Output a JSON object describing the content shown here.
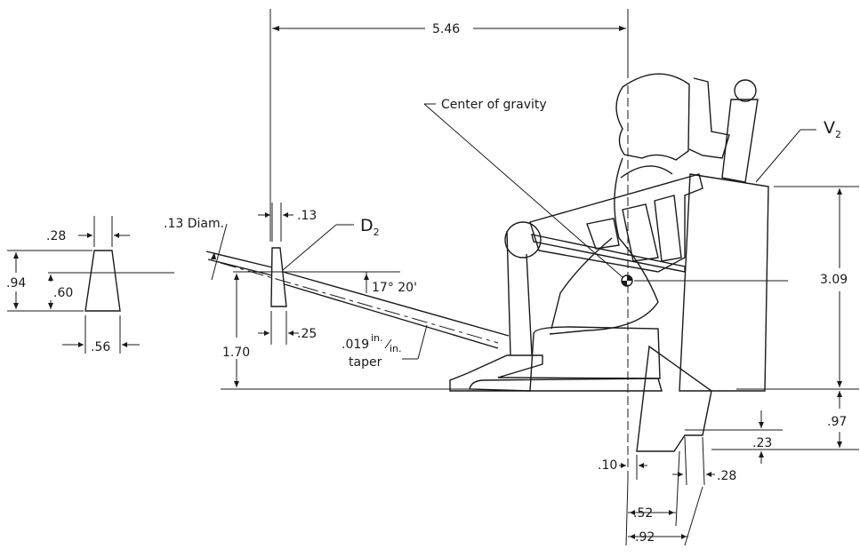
{
  "labels": {
    "overall_length": "5.46",
    "center_of_gravity": "Center of gravity",
    "fin_top_width": ".28",
    "fin_height": ".94",
    "fin_mid_height": ".60",
    "fin_bottom_width": ".56",
    "rod_diameter": ".13 Diam.",
    "plate_thickness": ".13",
    "drag_plate": "D",
    "drag_plate_sub": "2",
    "angle": "17° 20'",
    "plate_base": ".25",
    "boom_height": "1.70",
    "taper_value": ".019",
    "taper_unit_num": "in.",
    "taper_unit_den": "in.",
    "taper_word": "taper",
    "vane": "V",
    "vane_sub": "2",
    "seat_height": "3.09",
    "lower_height": ".97",
    "step_height": ".23",
    "offset_10": ".10",
    "offset_28": ".28",
    "offset_52": ".52",
    "offset_92": ".92"
  }
}
